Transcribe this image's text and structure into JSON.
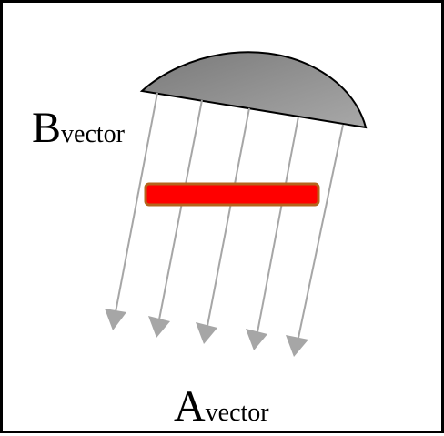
{
  "labels": {
    "b_main": "B",
    "b_sub": "vector",
    "a_main": "A",
    "a_sub": "vector"
  },
  "colors": {
    "lens_fill_start": "#7a7a7a",
    "lens_fill_end": "#a8a8a8",
    "arrow": "#a6a6a6",
    "bar_fill": "#ff0000",
    "bar_stroke": "#b5651d",
    "border": "#000000"
  },
  "figure": {
    "arrow_count": 5
  }
}
